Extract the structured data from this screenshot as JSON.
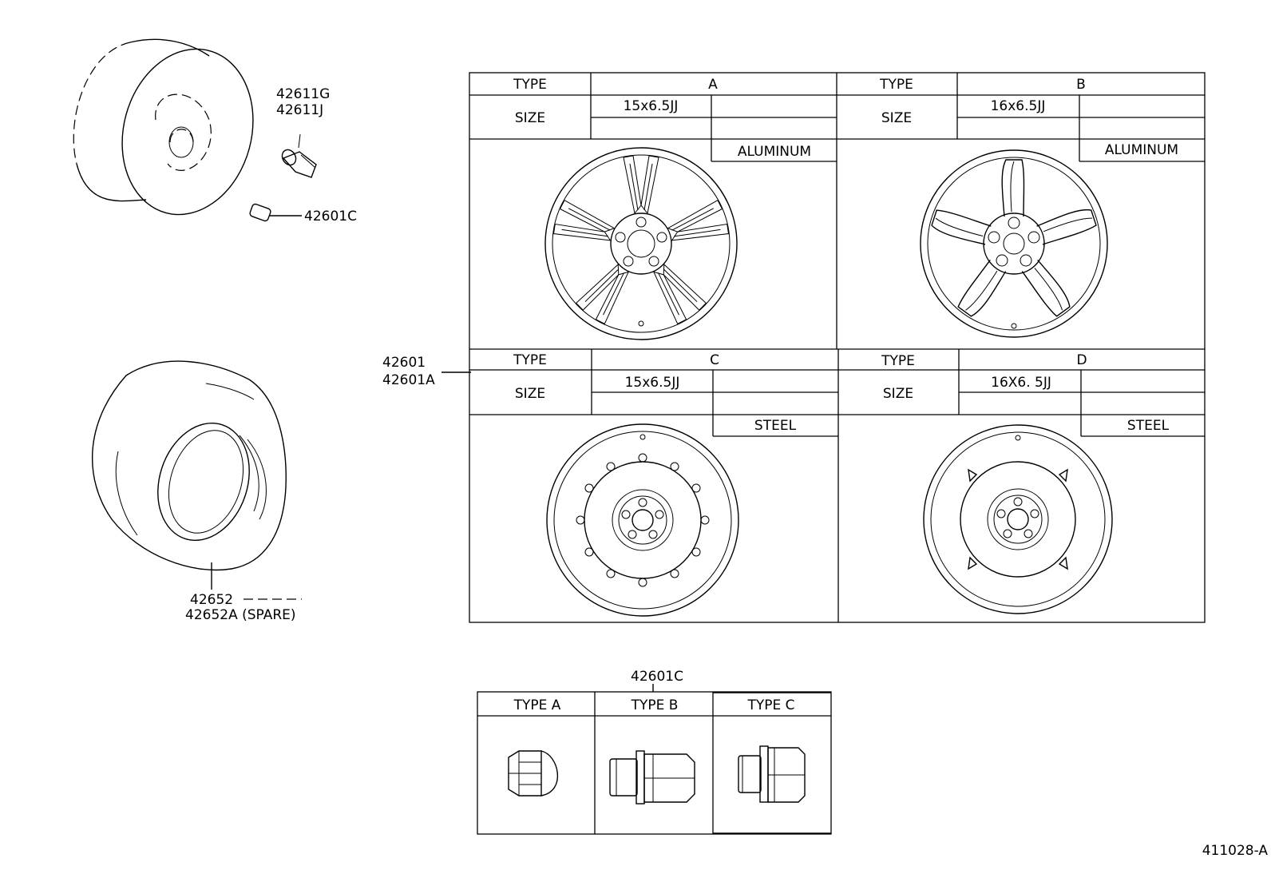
{
  "parts": {
    "valve_1": "42611G",
    "valve_2": "42611J",
    "nut_left": "42601C",
    "tire_1": "42652",
    "tire_2": "42652A (SPARE)",
    "wheel_1": "42601",
    "wheel_2": "42601A",
    "nut_group": "42601C",
    "figure_id": "411028-A"
  },
  "wheel_table": {
    "type_header": "TYPE",
    "size_header": "SIZE",
    "cells": [
      {
        "type": "A",
        "size": "15x6.5JJ",
        "material": "ALUMINUM"
      },
      {
        "type": "B",
        "size": "16x6.5JJ",
        "material": "ALUMINUM"
      },
      {
        "type": "C",
        "size": "15x6.5JJ",
        "material": "STEEL"
      },
      {
        "type": "D",
        "size": "16X6. 5JJ",
        "material": "STEEL"
      }
    ]
  },
  "nut_table": {
    "headers": [
      "TYPE A",
      "TYPE B",
      "TYPE C"
    ]
  }
}
